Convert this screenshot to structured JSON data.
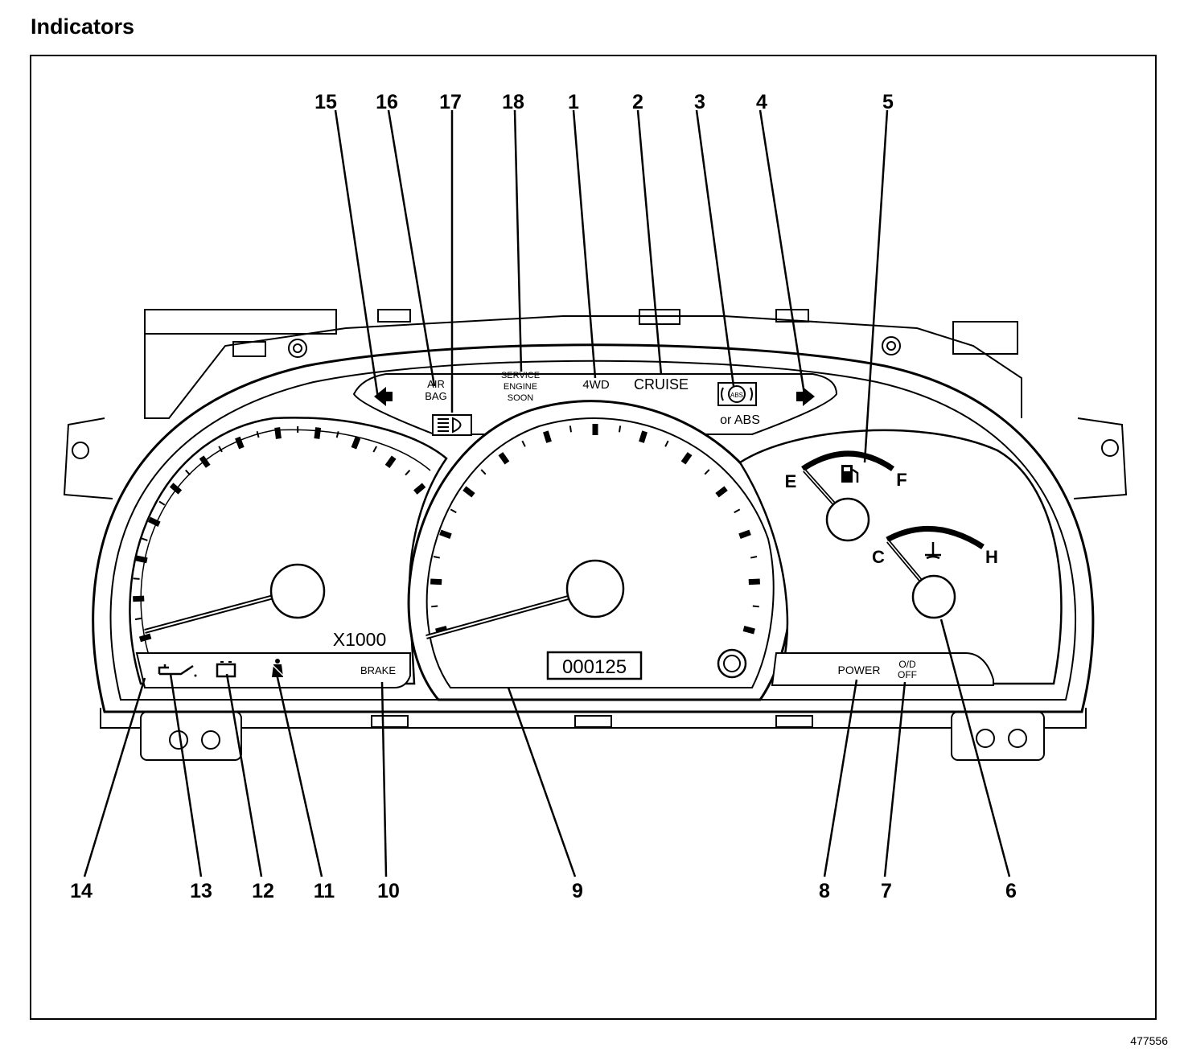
{
  "page_title": "Indicators",
  "figure_id": "477556",
  "callouts": [
    {
      "num": "15",
      "target": "left-turn-signal-indicator"
    },
    {
      "num": "16",
      "target": "airbag-indicator"
    },
    {
      "num": "17",
      "target": "high-beam-indicator"
    },
    {
      "num": "18",
      "target": "service-engine-soon-indicator"
    },
    {
      "num": "1",
      "target": "4wd-indicator"
    },
    {
      "num": "2",
      "target": "cruise-indicator"
    },
    {
      "num": "3",
      "target": "abs-indicator"
    },
    {
      "num": "4",
      "target": "right-turn-signal-indicator"
    },
    {
      "num": "5",
      "target": "fuel-gauge"
    },
    {
      "num": "14",
      "target": "tachometer"
    },
    {
      "num": "13",
      "target": "oil-pressure-indicator"
    },
    {
      "num": "12",
      "target": "charging-system-indicator"
    },
    {
      "num": "11",
      "target": "seat-belt-indicator"
    },
    {
      "num": "10",
      "target": "brake-indicator"
    },
    {
      "num": "9",
      "target": "speedometer-odometer"
    },
    {
      "num": "8",
      "target": "power-indicator"
    },
    {
      "num": "7",
      "target": "od-off-indicator"
    },
    {
      "num": "6",
      "target": "coolant-temperature-gauge"
    }
  ],
  "cluster": {
    "airbag_line1": "AIR",
    "airbag_line2": "BAG",
    "ses_line1": "SERVICE",
    "ses_line2": "ENGINE",
    "ses_line3": "SOON",
    "fwd_label": "4WD",
    "cruise_label": "CRUISE",
    "abs_icon_text": "ABS",
    "abs_alt_text": "or ABS",
    "tach_multiplier": "X1000",
    "brake_label": "BRAKE",
    "odometer_reading": "000125",
    "power_label": "POWER",
    "od_line1": "O/D",
    "od_line2": "OFF",
    "fuel_empty": "E",
    "fuel_full": "F",
    "temp_cold": "C",
    "temp_hot": "H"
  },
  "icons": {
    "left_turn": "left-arrow-icon",
    "right_turn": "right-arrow-icon",
    "high_beam": "headlamp-high-beam-icon",
    "fuel": "fuel-pump-icon",
    "coolant": "thermometer-icon",
    "oil": "oil-can-icon",
    "battery": "battery-icon",
    "seatbelt": "seat-belt-person-icon"
  }
}
